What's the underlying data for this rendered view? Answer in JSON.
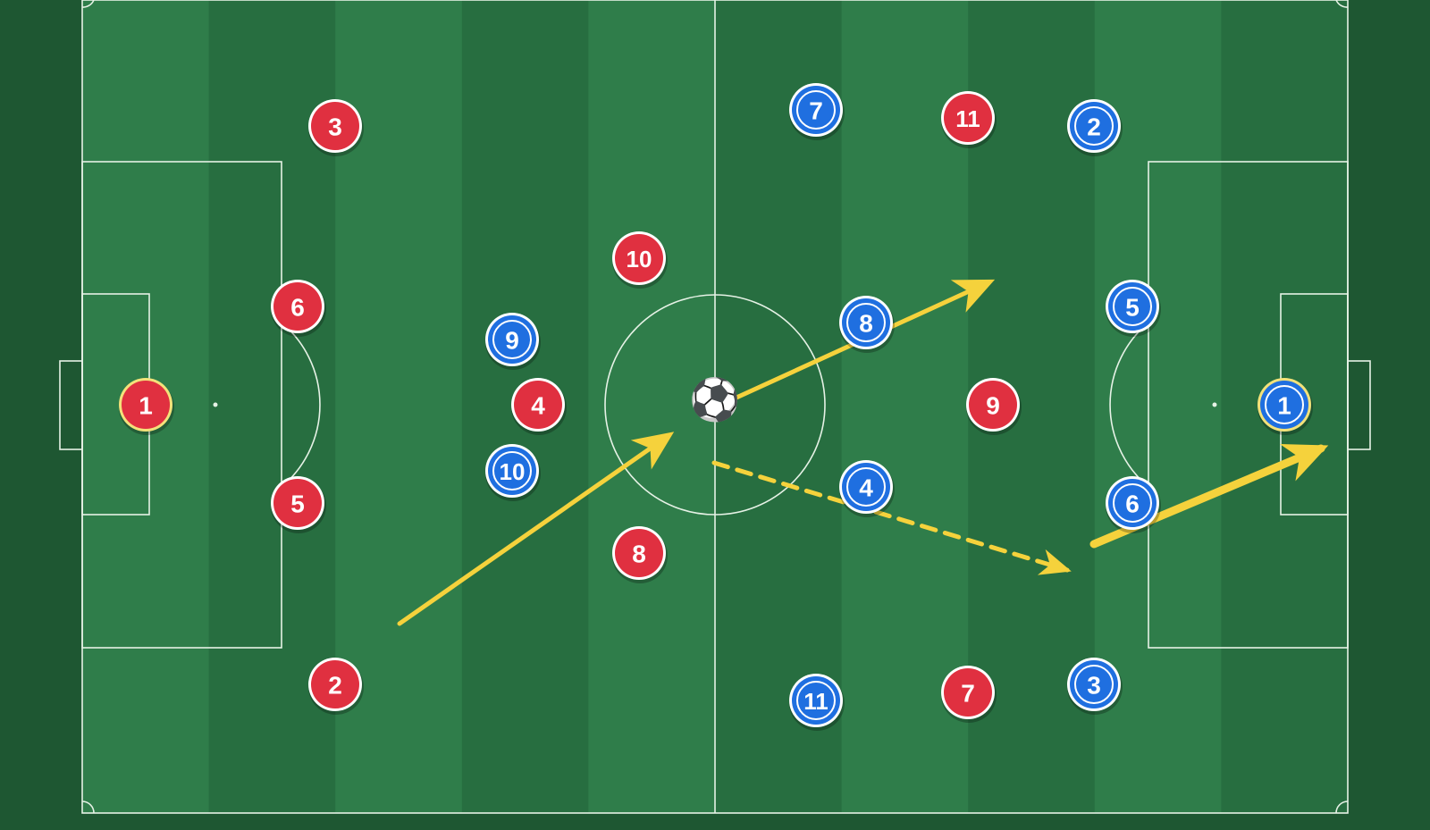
{
  "colors": {
    "background": "#1e5732",
    "pitch_stripe_light": "#2f7d4a",
    "pitch_stripe_dark": "#276e40",
    "lines": "#e6f2e6",
    "team_red": "#e03040",
    "team_blue": "#1f6fe0",
    "goalkeeper_ring": "#f3e27a",
    "arrow": "#f5d23c"
  },
  "ball": {
    "icon": "soccer-ball-icon",
    "glyph": "⚽"
  },
  "team_red": {
    "players": [
      {
        "number": "1",
        "role": "goalkeeper"
      },
      {
        "number": "2"
      },
      {
        "number": "3"
      },
      {
        "number": "4"
      },
      {
        "number": "5"
      },
      {
        "number": "6"
      },
      {
        "number": "7"
      },
      {
        "number": "8"
      },
      {
        "number": "9"
      },
      {
        "number": "10"
      },
      {
        "number": "11"
      }
    ]
  },
  "team_blue": {
    "players": [
      {
        "number": "1",
        "role": "goalkeeper"
      },
      {
        "number": "2"
      },
      {
        "number": "3"
      },
      {
        "number": "4"
      },
      {
        "number": "5"
      },
      {
        "number": "6"
      },
      {
        "number": "7"
      },
      {
        "number": "8"
      },
      {
        "number": "9"
      },
      {
        "number": "10"
      },
      {
        "number": "11"
      }
    ]
  },
  "arrows": [
    {
      "style": "solid",
      "meaning": "run"
    },
    {
      "style": "solid",
      "meaning": "pass"
    },
    {
      "style": "dashed",
      "meaning": "pass"
    },
    {
      "style": "solid-thick",
      "meaning": "shot"
    }
  ]
}
